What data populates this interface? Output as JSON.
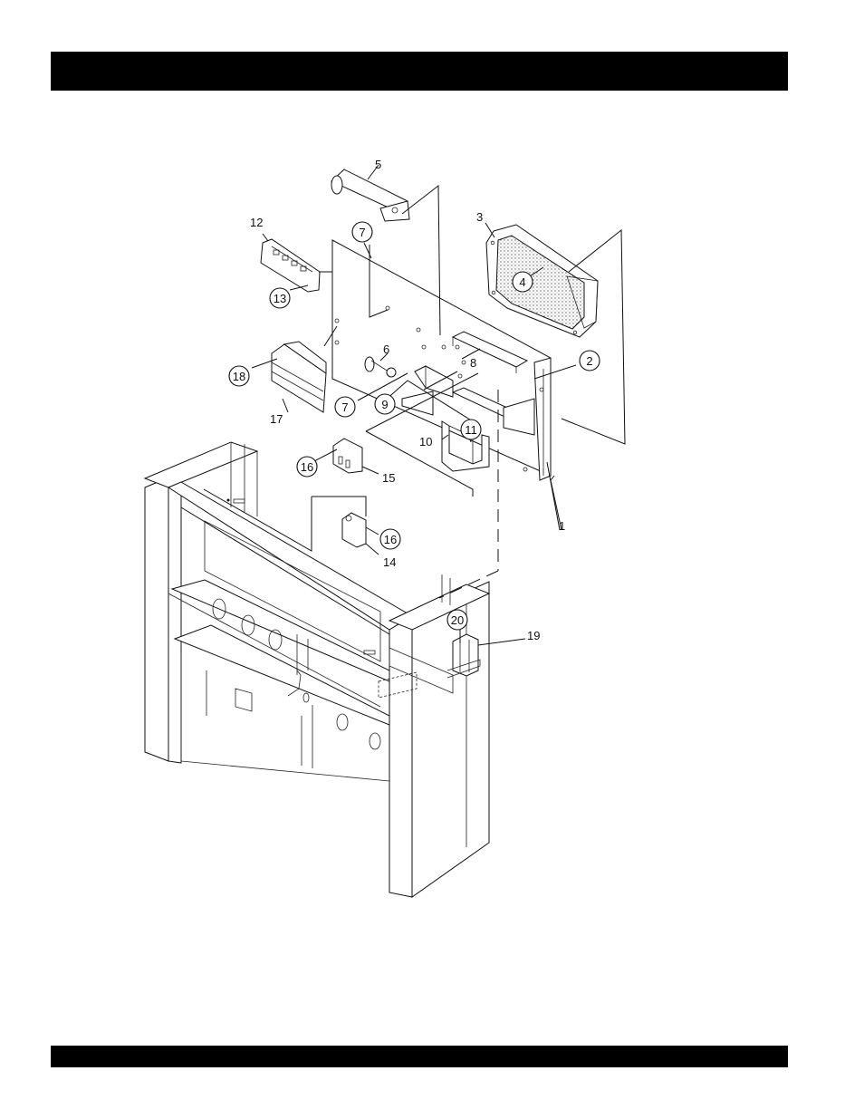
{
  "header_bar": {
    "color": "#000000"
  },
  "footer_bar": {
    "color": "#000000"
  },
  "callouts": {
    "c1": "1",
    "c2": "2",
    "c3": "3",
    "c4": "4",
    "c5": "5",
    "c6": "6",
    "c7a": "7",
    "c7b": "7",
    "c8": "8",
    "c9": "9",
    "c10": "10",
    "c11": "11",
    "c12": "12",
    "c13": "13",
    "c14": "14",
    "c15": "15",
    "c16a": "16",
    "c16b": "16",
    "c17": "17",
    "c18": "18",
    "c19": "19",
    "c20": "20"
  }
}
